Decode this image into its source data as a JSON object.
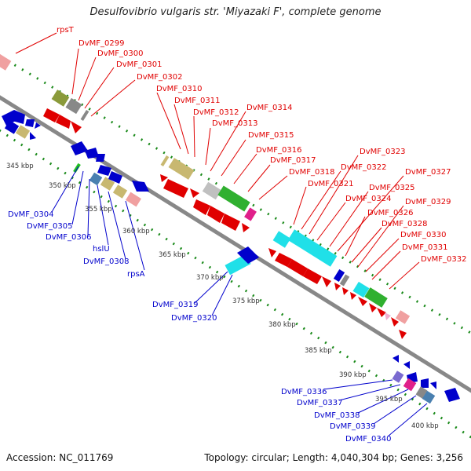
{
  "header": {
    "title": "Desulfovibrio vulgaris str. 'Miyazaki F', complete genome"
  },
  "footer": {
    "accession": "Accession: NC_011769",
    "summary": "Topology: circular; Length: 4,040,304 bp; Genes: 3,256"
  },
  "colors": {
    "backbone": "#888888",
    "forward_track": "#e00000",
    "reverse_track": "#0000cc",
    "grid_dots": "#1a8a1a",
    "forward_label": "#e00000",
    "reverse_label": "#0000cc"
  },
  "ruler_ticks": [
    "345 kbp",
    "350 kbp",
    "355 kbp",
    "360 kbp",
    "365 kbp",
    "370 kbp",
    "375 kbp",
    "380 kbp",
    "385 kbp",
    "390 kbp",
    "395 kbp",
    "400 kbp"
  ],
  "forward_labels": [
    "rpsT",
    "DvMF_0299",
    "DvMF_0300",
    "DvMF_0301",
    "DvMF_0302",
    "DvMF_0310",
    "DvMF_0311",
    "DvMF_0312",
    "DvMF_0313",
    "DvMF_0314",
    "DvMF_0315",
    "DvMF_0316",
    "DvMF_0317",
    "DvMF_0318",
    "DvMF_0321",
    "DvMF_0322",
    "DvMF_0323",
    "DvMF_0324",
    "DvMF_0325",
    "DvMF_0326",
    "DvMF_0327",
    "DvMF_0328",
    "DvMF_0329",
    "DvMF_0330",
    "DvMF_0331",
    "DvMF_0332"
  ],
  "reverse_labels": [
    "DvMF_0304",
    "DvMF_0305",
    "DvMF_0306",
    "hslU",
    "DvMF_0308",
    "rpsA",
    "DvMF_0319",
    "DvMF_0320",
    "DvMF_0336",
    "DvMF_0337",
    "DvMF_0338",
    "DvMF_0339",
    "DvMF_0340"
  ]
}
